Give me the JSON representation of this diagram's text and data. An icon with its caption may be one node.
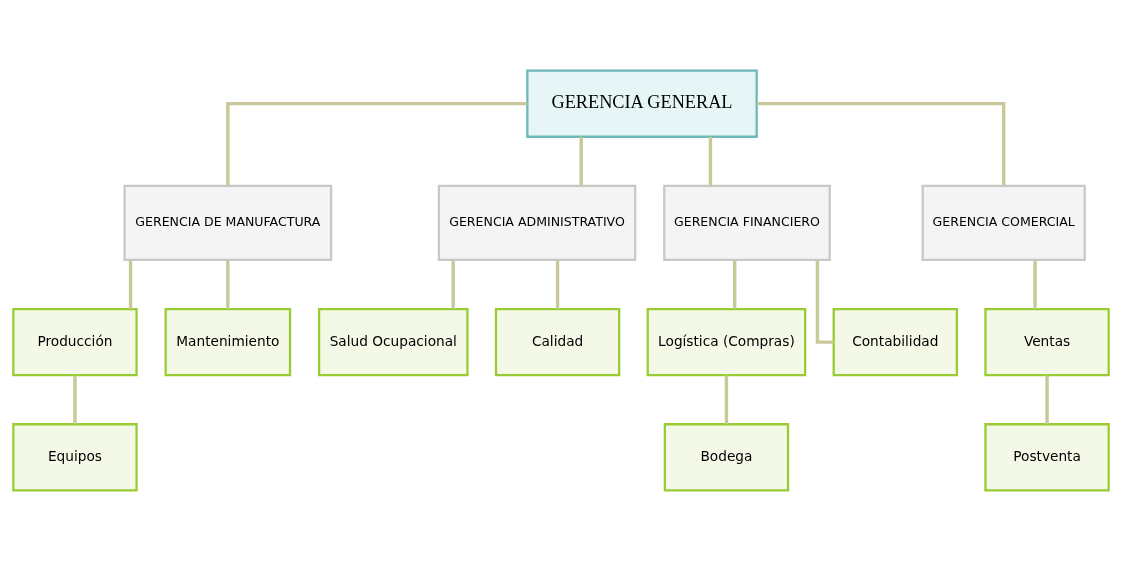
{
  "diagram": {
    "nodes": [
      {
        "text": [
          "GERENCIA GENERAL"
        ]
      },
      {
        "text": [
          "GERENCIA DE MANUFACTURA"
        ]
      },
      {
        "text": [
          "GERENCIA ADMINISTRATIVO"
        ]
      },
      {
        "text": [
          "GERENCIA FINANCIERO"
        ]
      },
      {
        "text": [
          "GERENCIA COMERCIAL"
        ]
      },
      {
        "text": [
          "Producción"
        ]
      },
      {
        "text": [
          "Mantenimiento"
        ]
      },
      {
        "text": [
          "Salud Ocupacional"
        ]
      },
      {
        "text": [
          "Calidad"
        ]
      },
      {
        "text": [
          "Logística (Compras)"
        ]
      },
      {
        "text": [
          "Contabilidad"
        ]
      },
      {
        "text": [
          "Ventas"
        ]
      },
      {
        "text": [
          "Equipos"
        ]
      },
      {
        "text": [
          "Bodega"
        ]
      },
      {
        "text": [
          "Postventa"
        ]
      }
    ],
    "edges": [
      {
        "from": 0,
        "to": 1,
        "arrow": "none"
      },
      {
        "from": 0,
        "to": 2,
        "arrow": "none"
      },
      {
        "from": 0,
        "to": 3,
        "arrow": "none"
      },
      {
        "from": 0,
        "to": 4,
        "arrow": "none"
      },
      {
        "from": 1,
        "to": 5,
        "arrow": "none"
      },
      {
        "from": 1,
        "to": 6,
        "arrow": "none"
      },
      {
        "from": 2,
        "to": 7,
        "arrow": "none"
      },
      {
        "from": 2,
        "to": 8,
        "arrow": "none"
      },
      {
        "from": 3,
        "to": 9,
        "arrow": "none"
      },
      {
        "from": 3,
        "to": 10,
        "arrow": "none"
      },
      {
        "from": 4,
        "to": 11,
        "arrow": "none"
      },
      {
        "from": 5,
        "to": 12,
        "arrow": "none"
      },
      {
        "from": 9,
        "to": 13,
        "arrow": "none"
      },
      {
        "from": 11,
        "to": 14,
        "arrow": "none"
      }
    ]
  }
}
